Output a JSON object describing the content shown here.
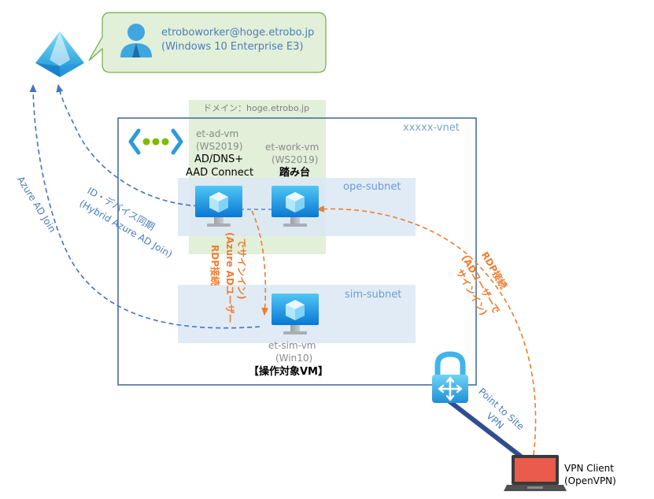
{
  "user": {
    "email": "etroboworker@hoge.etrobo.jp",
    "os": "(Windows 10 Enterprise E3)"
  },
  "domain_label": "ドメイン：hoge.etrobo.jp",
  "vnet_label": "xxxxx-vnet",
  "subnets": {
    "ope": "ope-subnet",
    "sim": "sim-subnet"
  },
  "vms": {
    "ad": {
      "name": "et-ad-vm",
      "os": "(WS2019)",
      "role1": "AD/DNS+",
      "role2": "AAD Connect"
    },
    "work": {
      "name": "et-work-vm",
      "os": "(WS2019)",
      "role": "踏み台"
    },
    "sim": {
      "name": "et-sim-vm",
      "os": "(Win10)",
      "role": "【操作対象VM】"
    }
  },
  "edges": {
    "azure_ad_join": "Azure AD Join",
    "id_sync_1": "ID・デバイス同期",
    "id_sync_2": "(Hybrid Azure AD Join)",
    "rdp_ad_1": "RDP接続",
    "rdp_ad_2": "(Azure ADユーザー",
    "rdp_ad_3": "でサインイン)",
    "rdp_local_1": "RDP接続",
    "rdp_local_2": "(ADユーザーで",
    "rdp_local_3": "サインイン)",
    "p2s_1": "Point to Site",
    "p2s_2": "VPN"
  },
  "vpn_client": {
    "line1": "VPN Client",
    "line2": "(OpenVPN)"
  },
  "colors": {
    "blue_text": "#4a7ebb",
    "orange": "#ed7d31",
    "dark_blue": "#4472c4",
    "gray_text": "#7f7f7f",
    "subnet_fill": "#dae8f5",
    "domain_fill": "#e2efd9",
    "callout_fill": "#e2efd9",
    "callout_border": "#70ad47"
  },
  "icons": [
    "azure-ad-icon",
    "user-icon",
    "vnet-icon",
    "vm-icon",
    "vpn-gateway-icon",
    "laptop-icon"
  ]
}
